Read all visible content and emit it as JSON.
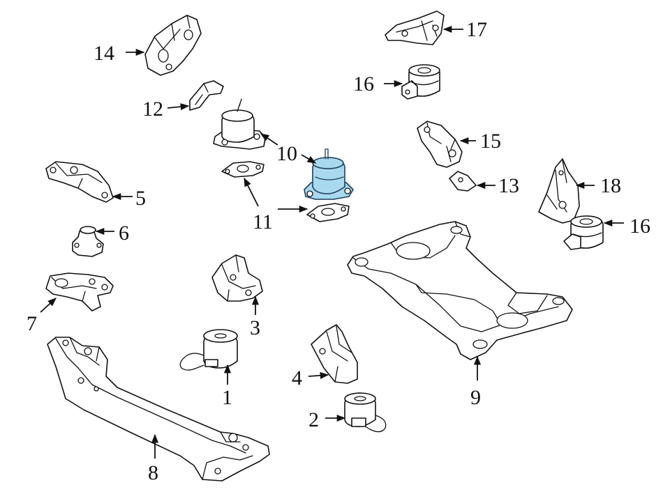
{
  "diagram": {
    "highlight_color": "#a9d9ee",
    "line_color": "#111111",
    "callouts": {
      "c1": "1",
      "c2": "2",
      "c3": "3",
      "c4": "4",
      "c5": "5",
      "c6": "6",
      "c7": "7",
      "c8": "8",
      "c9": "9",
      "c10": "10",
      "c11": "11",
      "c12": "12",
      "c13": "13",
      "c14": "14",
      "c15": "15",
      "c16a": "16",
      "c16b": "16",
      "c17": "17",
      "c18": "18"
    }
  }
}
